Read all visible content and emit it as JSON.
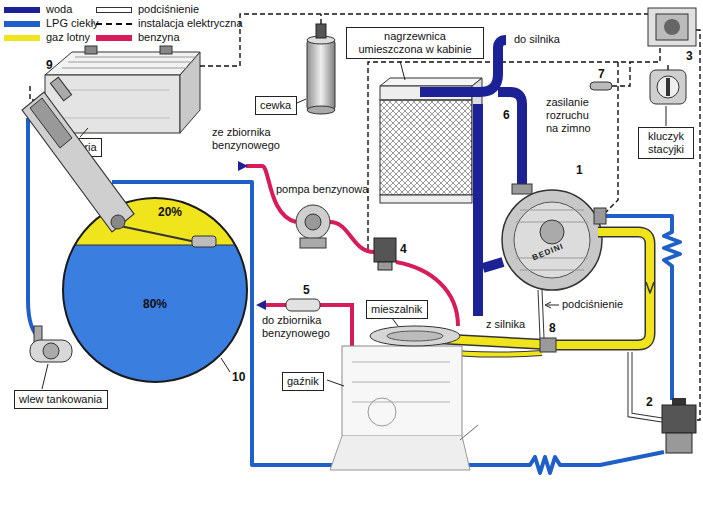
{
  "diagram": {
    "nodes": [
      {
        "text": [
          "nagrzewnica umieszczona w kabinie"
        ]
      },
      {
        "text": [
          "kluczyk stacyjki"
        ]
      },
      {
        "text": [
          "bateria"
        ]
      },
      {
        "text": [
          "cewka"
        ]
      },
      {
        "text": [
          "20%",
          "80%"
        ]
      },
      {
        "text": [
          "mieszalnik"
        ]
      },
      {
        "text": [
          "gaźnik"
        ]
      },
      {
        "text": [
          "wlew tankowania"
        ]
      }
    ],
    "labels": [
      "do silnika",
      "3",
      "7",
      "6",
      "zasilanie rozruchu na zimno",
      "1",
      "ze zbiornika benzynowego",
      "9",
      "pompa benzynowa",
      "4",
      "5",
      "podciśnienie",
      "8",
      "do zbiornika benzynowego",
      "z silnika",
      "10",
      "2",
      "BEDINI"
    ],
    "legend": [
      {
        "text": "woda",
        "color": "#1c2296"
      },
      {
        "text": "podciśnienie"
      },
      {
        "text": "LPG ciekły",
        "color": "#1f5fc8"
      },
      {
        "text": "instalacja elektryczna"
      },
      {
        "text": "gaz lotny",
        "color": "#f0e41c"
      },
      {
        "text": "benzyna",
        "color": "#d81b5a"
      }
    ]
  }
}
